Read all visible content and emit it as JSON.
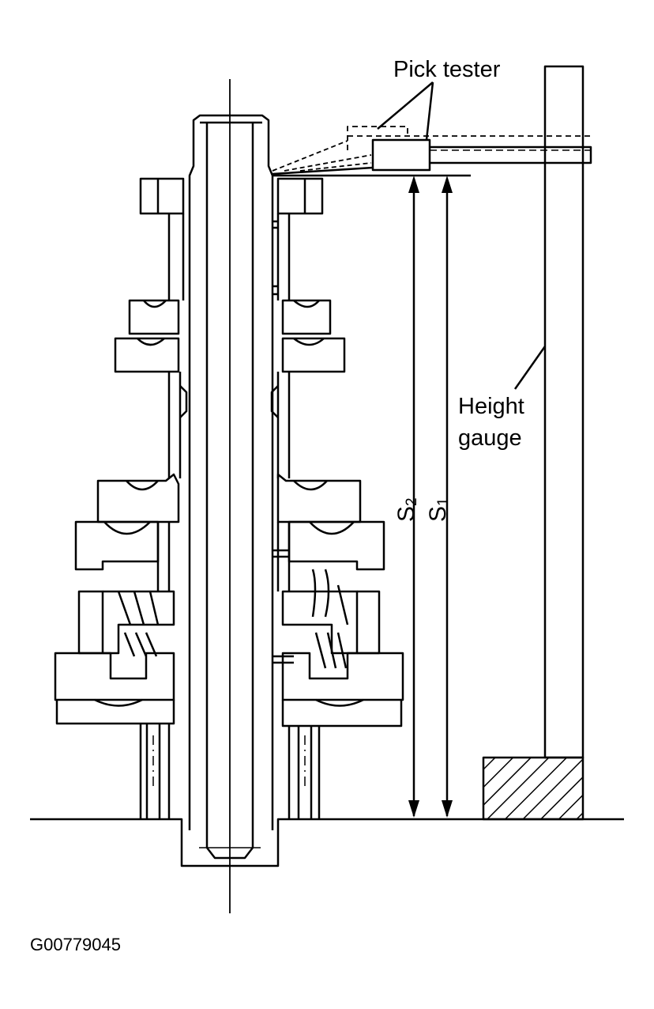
{
  "labels": {
    "pick_tester": "Pick tester",
    "height_gauge_line1": "Height",
    "height_gauge_line2": "gauge",
    "s1_letter": "S",
    "s1_sub": "1",
    "s2_letter": "S",
    "s2_sub": "2",
    "figure_code": "G00779045"
  },
  "colors": {
    "ink": "#000000",
    "paper": "#ffffff"
  }
}
